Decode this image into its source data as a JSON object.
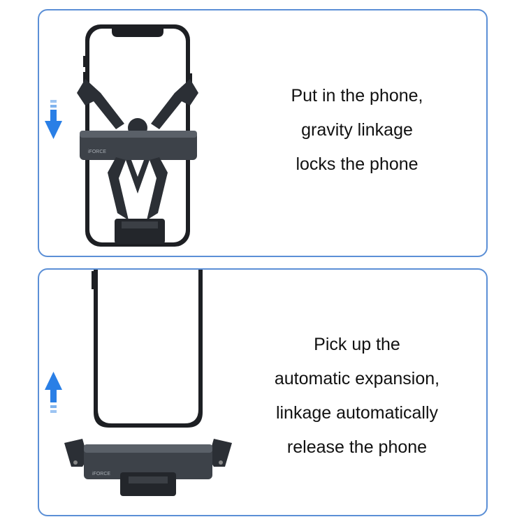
{
  "panels": [
    {
      "id": "lock",
      "caption_lines": [
        "Put in the phone,",
        "gravity linkage",
        "locks the phone"
      ],
      "arrow_direction": "down",
      "brand_text": "iFORCE"
    },
    {
      "id": "release",
      "caption_lines": [
        "Pick up the",
        "automatic expansion,",
        "linkage automatically",
        "release the phone"
      ],
      "arrow_direction": "up",
      "brand_text": "iFORCE"
    }
  ],
  "colors": {
    "panel_border": "#5b8fd6",
    "arrow": "#2a7fe6",
    "holder_dark": "#2b2f35",
    "holder_mid": "#4a5058",
    "text": "#111111"
  }
}
